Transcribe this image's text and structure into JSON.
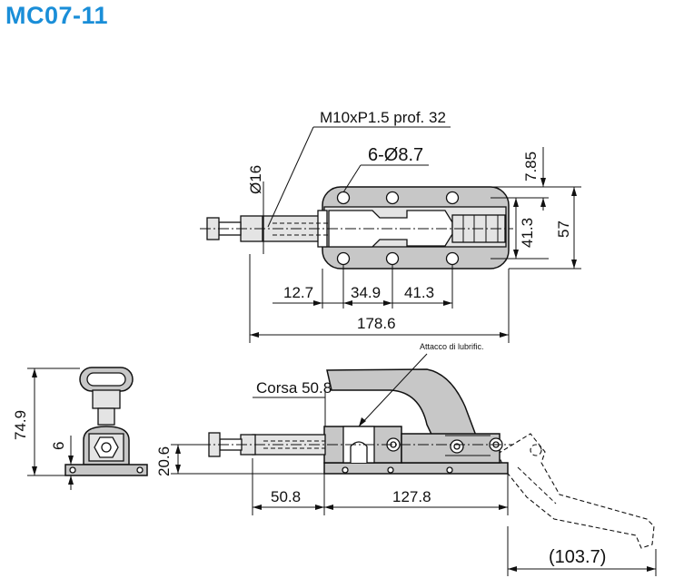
{
  "header": {
    "title": "MC07-11"
  },
  "top_view": {
    "thread_label": "M10xP1.5 prof. 32",
    "hole_label": "6-Ø8.7",
    "shaft_diameter": "Ø16",
    "dim_7_85": "7.85",
    "dim_41_3_v": "41.3",
    "dim_57": "57",
    "dim_12_7": "12.7",
    "dim_34_9": "34.9",
    "dim_41_3_h": "41.3",
    "dim_178_6": "178.6"
  },
  "side_view": {
    "lube_label": "Attacco di lubrific.",
    "stroke_label": "Corsa 50.8",
    "dim_20_6": "20.6",
    "dim_50_8": "50.8",
    "dim_127_8": "127.8",
    "dim_103_7": "(103.7)"
  },
  "end_view": {
    "dim_74_9": "74.9",
    "dim_6": "6"
  }
}
